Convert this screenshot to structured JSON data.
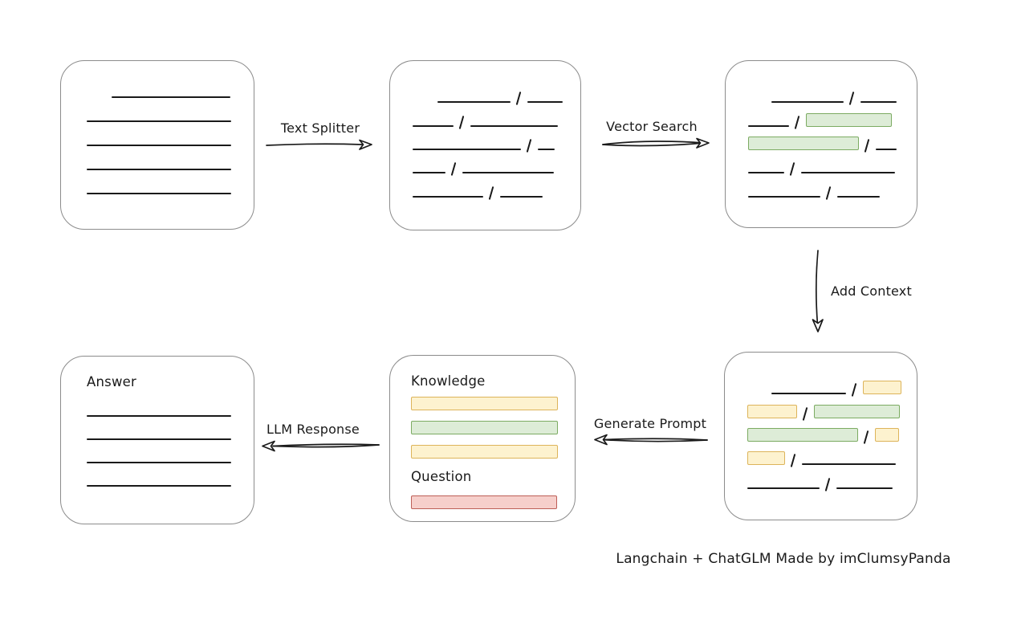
{
  "caption": "Langchain + ChatGLM Made by imClumsyPanda",
  "colors": {
    "ink": "#1a1a1a",
    "box_border": "#8c8c8c",
    "green_fill": "#ddecd7",
    "green_stroke": "#7cab62",
    "yellow_fill": "#fdf2cf",
    "yellow_stroke": "#ddb45a",
    "red_fill": "#f6cfcb",
    "red_stroke": "#bd5f58"
  },
  "arrows": {
    "text_splitter": {
      "label": "Text Splitter"
    },
    "vector_search": {
      "label": "Vector Search"
    },
    "add_context": {
      "label": "Add Context"
    },
    "generate_prompt": {
      "label": "Generate Prompt"
    },
    "llm_response": {
      "label": "LLM Response"
    }
  },
  "boxes": {
    "document": {
      "rows": [
        {
          "h": 30,
          "segs": [
            {
              "k": "gap",
              "w": 31
            },
            {
              "k": "line",
              "w": 148
            }
          ]
        },
        {
          "h": 30,
          "segs": [
            {
              "k": "line",
              "w": 180
            }
          ]
        },
        {
          "h": 30,
          "segs": [
            {
              "k": "line",
              "w": 180
            }
          ]
        },
        {
          "h": 30,
          "segs": [
            {
              "k": "line",
              "w": 180
            }
          ]
        },
        {
          "h": 30,
          "segs": [
            {
              "k": "line",
              "w": 180
            }
          ]
        }
      ]
    },
    "split_chunks": {
      "rows": [
        {
          "h": 30,
          "segs": [
            {
              "k": "gap",
              "w": 31
            },
            {
              "k": "line",
              "w": 91
            },
            {
              "k": "slash"
            },
            {
              "k": "line",
              "w": 44
            }
          ]
        },
        {
          "h": 30,
          "segs": [
            {
              "k": "line",
              "w": 51
            },
            {
              "k": "slash"
            },
            {
              "k": "line",
              "w": 109
            }
          ]
        },
        {
          "h": 29,
          "segs": [
            {
              "k": "line",
              "w": 135
            },
            {
              "k": "slash"
            },
            {
              "k": "line",
              "w": 21
            }
          ]
        },
        {
          "h": 29,
          "segs": [
            {
              "k": "line",
              "w": 41
            },
            {
              "k": "slash"
            },
            {
              "k": "line",
              "w": 114
            }
          ]
        },
        {
          "h": 30,
          "segs": [
            {
              "k": "line",
              "w": 88
            },
            {
              "k": "slash"
            },
            {
              "k": "line",
              "w": 53
            }
          ]
        }
      ]
    },
    "matched_chunks": {
      "rows": [
        {
          "h": 30,
          "segs": [
            {
              "k": "gap",
              "w": 29
            },
            {
              "k": "line",
              "w": 90
            },
            {
              "k": "slash"
            },
            {
              "k": "line",
              "w": 45
            }
          ]
        },
        {
          "h": 30,
          "segs": [
            {
              "k": "line",
              "w": 51
            },
            {
              "k": "slash"
            },
            {
              "k": "chip",
              "c": "green",
              "w": 107
            }
          ]
        },
        {
          "h": 29,
          "segs": [
            {
              "k": "chip",
              "c": "green",
              "w": 138
            },
            {
              "k": "slash"
            },
            {
              "k": "line",
              "w": 26
            }
          ]
        },
        {
          "h": 29,
          "segs": [
            {
              "k": "line",
              "w": 45
            },
            {
              "k": "slash"
            },
            {
              "k": "line",
              "w": 117
            }
          ]
        },
        {
          "h": 30,
          "segs": [
            {
              "k": "line",
              "w": 90
            },
            {
              "k": "slash"
            },
            {
              "k": "line",
              "w": 53
            }
          ]
        }
      ]
    },
    "context_chunks": {
      "rows": [
        {
          "h": 30,
          "segs": [
            {
              "k": "gap",
              "w": 30
            },
            {
              "k": "line",
              "w": 93
            },
            {
              "k": "slash"
            },
            {
              "k": "chip",
              "c": "yellow",
              "w": 48
            }
          ]
        },
        {
          "h": 30,
          "segs": [
            {
              "k": "chip",
              "c": "yellow",
              "w": 62
            },
            {
              "k": "slash"
            },
            {
              "k": "chip",
              "c": "green",
              "w": 107
            }
          ]
        },
        {
          "h": 29,
          "segs": [
            {
              "k": "chip",
              "c": "green",
              "w": 138
            },
            {
              "k": "slash"
            },
            {
              "k": "chip",
              "c": "yellow",
              "w": 30
            }
          ]
        },
        {
          "h": 29,
          "segs": [
            {
              "k": "chip",
              "c": "yellow",
              "w": 47
            },
            {
              "k": "slash"
            },
            {
              "k": "line",
              "w": 117
            }
          ]
        },
        {
          "h": 30,
          "segs": [
            {
              "k": "line",
              "w": 90
            },
            {
              "k": "slash"
            },
            {
              "k": "line",
              "w": 70
            }
          ]
        }
      ]
    },
    "prompt": {
      "rows": [
        {
          "h": 26,
          "segs": [
            {
              "k": "text",
              "v": "Knowledge"
            }
          ]
        },
        {
          "h": 26,
          "segs": [
            {
              "k": "chip",
              "c": "yellow",
              "w": 183
            }
          ]
        },
        {
          "h": 30,
          "segs": [
            {
              "k": "chip",
              "c": "green",
              "w": 183
            }
          ]
        },
        {
          "h": 30,
          "segs": [
            {
              "k": "chip",
              "c": "yellow",
              "w": 183
            }
          ]
        },
        {
          "h": 33,
          "segs": [
            {
              "k": "text",
              "v": "Question"
            }
          ]
        },
        {
          "h": 30,
          "segs": [
            {
              "k": "chip",
              "c": "red",
              "w": 182
            }
          ]
        }
      ]
    },
    "answer": {
      "rows": [
        {
          "h": 26,
          "segs": [
            {
              "k": "text",
              "v": "Answer"
            }
          ]
        },
        {
          "h": 33,
          "segs": [
            {
              "k": "line",
              "w": 180
            }
          ]
        },
        {
          "h": 29,
          "segs": [
            {
              "k": "line",
              "w": 180
            }
          ]
        },
        {
          "h": 29,
          "segs": [
            {
              "k": "line",
              "w": 180
            }
          ]
        },
        {
          "h": 29,
          "segs": [
            {
              "k": "line",
              "w": 180
            }
          ]
        }
      ]
    }
  }
}
